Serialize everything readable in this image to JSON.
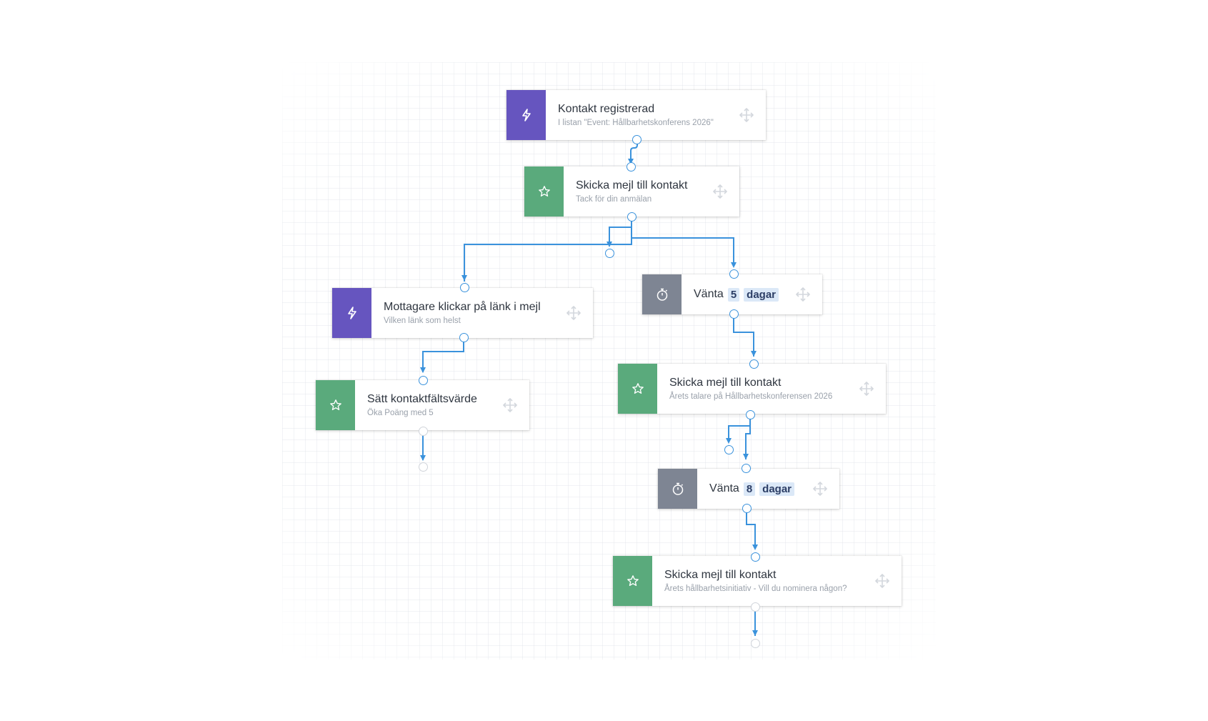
{
  "nodes": [
    {
      "id": "trigger-1",
      "kind": "trigger",
      "icon": "lightning-icon",
      "title": "Kontakt registrerad",
      "subtitle": "I listan \"Event: Hållbarhetskonferens 2026\""
    },
    {
      "id": "action-1",
      "kind": "action",
      "icon": "star-icon",
      "title": "Skicka mejl till kontakt",
      "subtitle": "Tack för din anmälan"
    },
    {
      "id": "trigger-2",
      "kind": "trigger",
      "icon": "lightning-icon",
      "title": "Mottagare klickar på länk i mejl",
      "subtitle": "Vilken länk som helst"
    },
    {
      "id": "wait-1",
      "kind": "wait",
      "icon": "timer-icon",
      "label": "Vänta",
      "amount": "5",
      "unit": "dagar"
    },
    {
      "id": "action-2",
      "kind": "action",
      "icon": "star-icon",
      "title": "Sätt kontaktfältsvärde",
      "subtitle": "Öka Poäng med 5"
    },
    {
      "id": "action-3",
      "kind": "action",
      "icon": "star-icon",
      "title": "Skicka mejl till kontakt",
      "subtitle": "Årets talare på Hållbarhetskonferensen 2026"
    },
    {
      "id": "wait-2",
      "kind": "wait",
      "icon": "timer-icon",
      "label": "Vänta",
      "amount": "8",
      "unit": "dagar"
    },
    {
      "id": "action-4",
      "kind": "action",
      "icon": "star-icon",
      "title": "Skicka mejl till kontakt",
      "subtitle": "Årets hållbarhetsinitiativ - Vill du nominera någon?"
    }
  ],
  "colors": {
    "trigger": "#6655bf",
    "action": "#5aaa7c",
    "wait": "#7e8593",
    "connector": "#3a92dc",
    "pill_bg": "#dbe8f7"
  },
  "drag_handle_icon": "move-icon"
}
